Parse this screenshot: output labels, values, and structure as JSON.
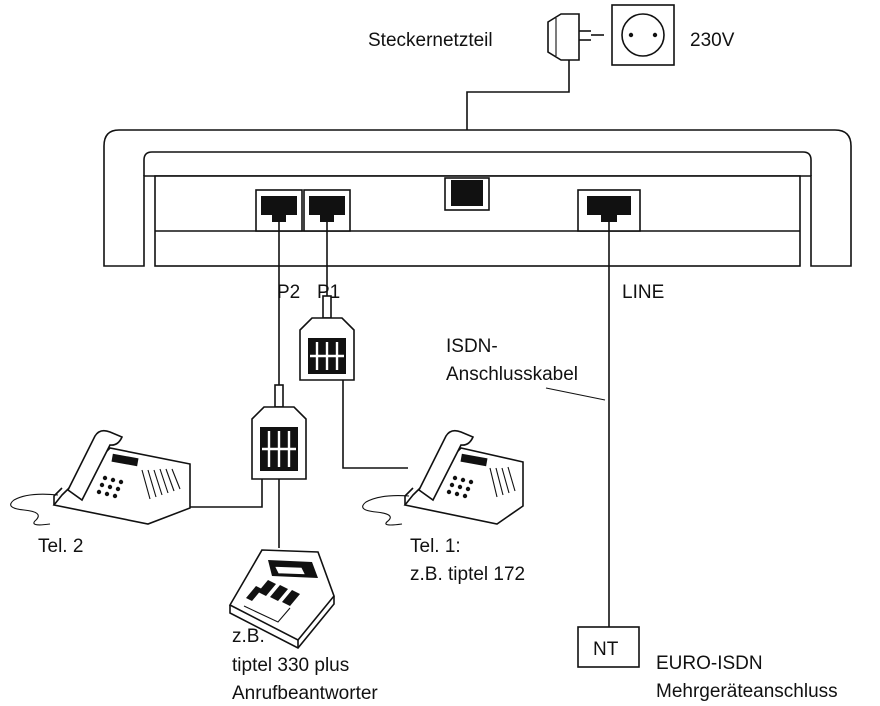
{
  "labels": {
    "power_supply": "Steckernetzteil",
    "mains_voltage": "230V",
    "port_p2": "P2",
    "port_p1": "P1",
    "port_line": "LINE",
    "isdn_cable_line1": "ISDN-",
    "isdn_cable_line2": "Anschlusskabel",
    "tel2": "Tel. 2",
    "tel1_line1": "Tel. 1:",
    "tel1_line2": "z.B. tiptel 172",
    "answering_line1": "z.B.",
    "answering_line2": "tiptel 330 plus",
    "answering_line3": "Anrufbeantworter",
    "nt_box": "NT",
    "euro_isdn_line1": "EURO-ISDN",
    "euro_isdn_line2": "Mehrgeräteanschluss"
  },
  "icons": {
    "power_adapter": "power-adapter-icon",
    "wall_socket": "wall-socket-icon",
    "telephone": "telephone-icon",
    "answering_machine": "answering-machine-icon",
    "splitter": "splitter-icon",
    "rj45_port": "rj45-port-icon"
  },
  "colors": {
    "line": "#111111",
    "background": "#ffffff"
  }
}
